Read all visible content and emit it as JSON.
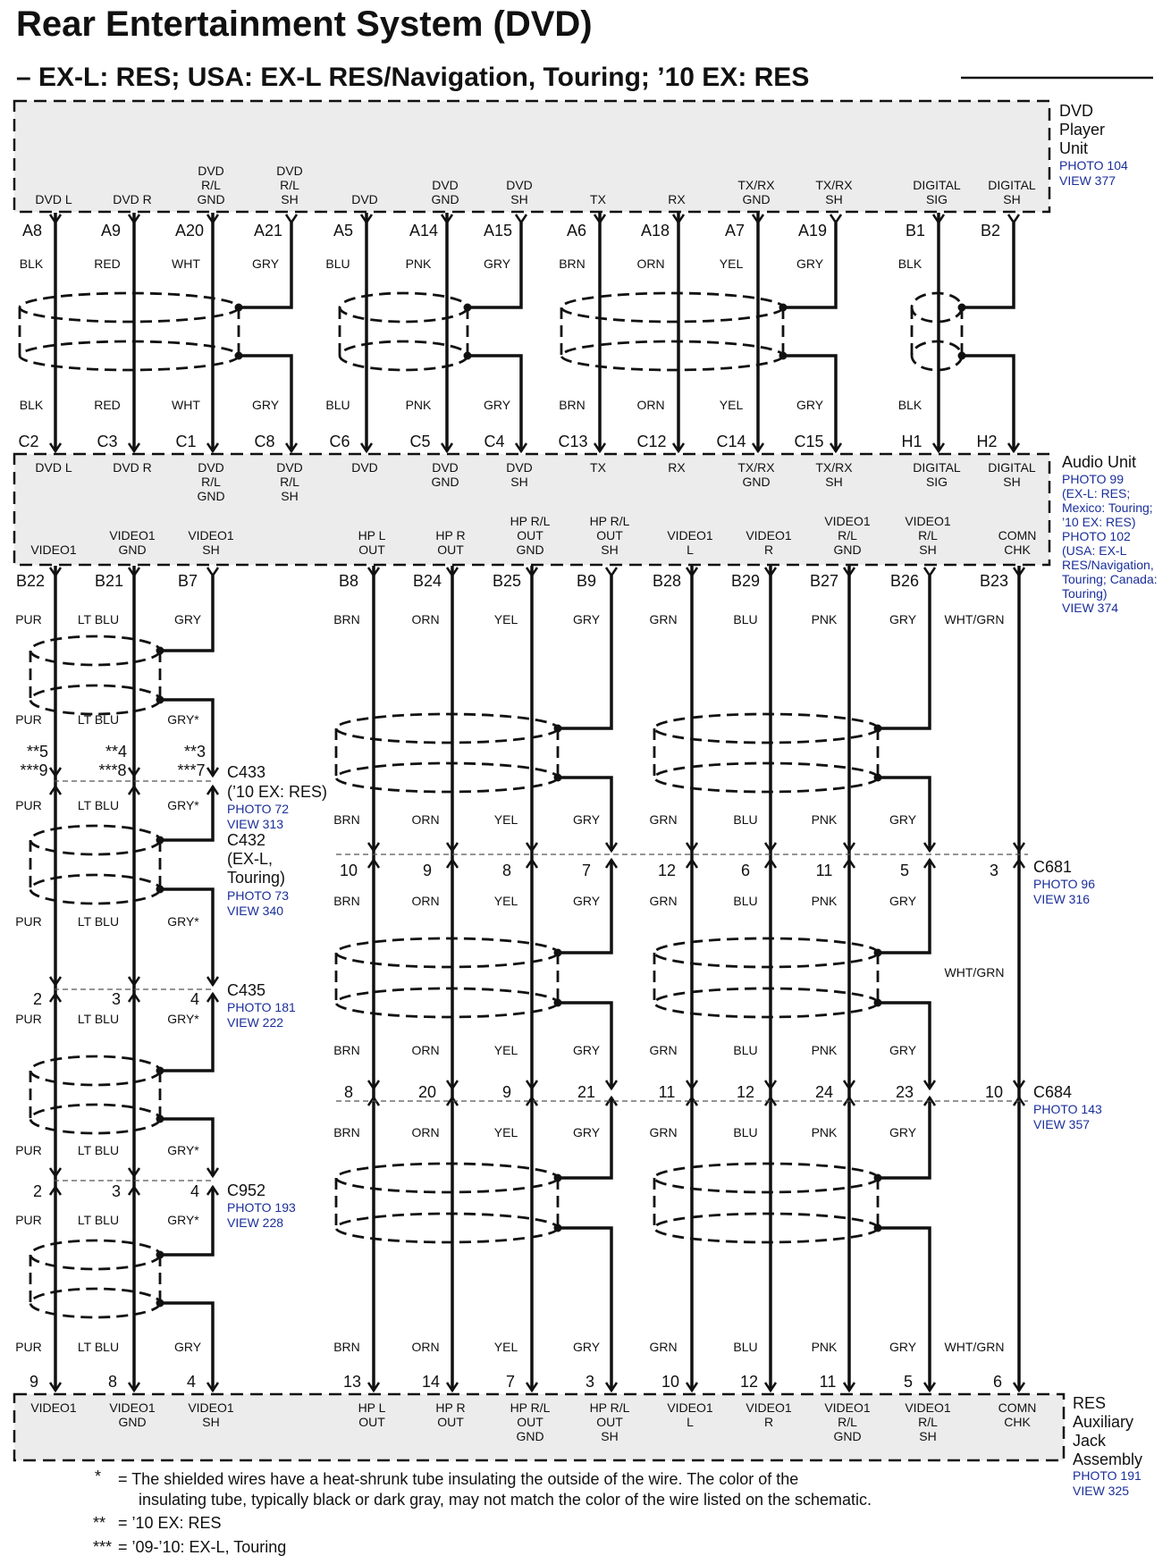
{
  "title": "Rear Entertainment System (DVD)",
  "subtitle": "– EX-L: RES; USA: EX-L RES/Navigation, Touring; ’10 EX: RES",
  "dvd_unit": {
    "name": [
      "DVD",
      "Player",
      "Unit"
    ],
    "refs": [
      "PHOTO 104",
      "VIEW 377"
    ],
    "pins": [
      {
        "label": [
          "DVD L"
        ],
        "pin": "A8"
      },
      {
        "label": [
          "DVD R"
        ],
        "pin": "A9"
      },
      {
        "label": [
          "DVD",
          "R/L",
          "GND"
        ],
        "pin": "A20"
      },
      {
        "label": [
          "DVD",
          "R/L",
          "SH"
        ],
        "pin": "A21"
      },
      {
        "label": [
          "DVD"
        ],
        "pin": "A5"
      },
      {
        "label": [
          "DVD",
          "GND"
        ],
        "pin": "A14"
      },
      {
        "label": [
          "DVD",
          "SH"
        ],
        "pin": "A15"
      },
      {
        "label": [
          "TX"
        ],
        "pin": "A6"
      },
      {
        "label": [
          "RX"
        ],
        "pin": "A18"
      },
      {
        "label": [
          "TX/RX",
          "GND"
        ],
        "pin": "A7"
      },
      {
        "label": [
          "TX/RX",
          "SH"
        ],
        "pin": "A19"
      },
      {
        "label": [
          "DIGITAL",
          "SIG"
        ],
        "pin": "B1"
      },
      {
        "label": [
          "DIGITAL",
          "SH"
        ],
        "pin": "B2"
      }
    ]
  },
  "top_colors": [
    "BLK",
    "RED",
    "WHT",
    "GRY",
    "BLU",
    "PNK",
    "GRY",
    "BRN",
    "ORN",
    "YEL",
    "GRY",
    "BLK"
  ],
  "audio_unit": {
    "name": [
      "Audio Unit"
    ],
    "refs": [
      "PHOTO 99",
      "(EX-L: RES;",
      "Mexico: Touring;",
      "’10 EX: RES)",
      "PHOTO 102",
      "(USA: EX-L",
      "RES/Navigation,",
      "Touring; Canada:",
      "Touring)",
      "VIEW 374"
    ],
    "upper_pins": [
      {
        "label": [
          "DVD L"
        ],
        "pin": "C2"
      },
      {
        "label": [
          "DVD R"
        ],
        "pin": "C3"
      },
      {
        "label": [
          "DVD",
          "R/L",
          "GND"
        ],
        "pin": "C1"
      },
      {
        "label": [
          "DVD",
          "R/L",
          "SH"
        ],
        "pin": "C8"
      },
      {
        "label": [
          "DVD"
        ],
        "pin": "C6"
      },
      {
        "label": [
          "DVD",
          "GND"
        ],
        "pin": "C5"
      },
      {
        "label": [
          "DVD",
          "SH"
        ],
        "pin": "C4"
      },
      {
        "label": [
          "TX"
        ],
        "pin": "C13"
      },
      {
        "label": [
          "RX"
        ],
        "pin": "C12"
      },
      {
        "label": [
          "TX/RX",
          "GND"
        ],
        "pin": "C14"
      },
      {
        "label": [
          "TX/RX",
          "SH"
        ],
        "pin": "C15"
      },
      {
        "label": [
          "DIGITAL",
          "SIG"
        ],
        "pin": "H1"
      },
      {
        "label": [
          "DIGITAL",
          "SH"
        ],
        "pin": "H2"
      }
    ],
    "lower_pins": [
      {
        "label": [
          "VIDEO1"
        ],
        "pin": "B22"
      },
      {
        "label": [
          "VIDEO1",
          "GND"
        ],
        "pin": "B21"
      },
      {
        "label": [
          "VIDEO1",
          "SH"
        ],
        "pin": "B7"
      },
      {
        "label": [
          "HP L",
          "OUT"
        ],
        "pin": "B8"
      },
      {
        "label": [
          "HP R",
          "OUT"
        ],
        "pin": "B24"
      },
      {
        "label": [
          "HP R/L",
          "OUT",
          "GND"
        ],
        "pin": "B25"
      },
      {
        "label": [
          "HP R/L",
          "OUT",
          "SH"
        ],
        "pin": "B9"
      },
      {
        "label": [
          "VIDEO1",
          "L"
        ],
        "pin": "B28"
      },
      {
        "label": [
          "VIDEO1",
          "R"
        ],
        "pin": "B29"
      },
      {
        "label": [
          "VIDEO1",
          "R/L",
          "GND"
        ],
        "pin": "B27"
      },
      {
        "label": [
          "VIDEO1",
          "R/L",
          "SH"
        ],
        "pin": "B26"
      },
      {
        "label": [
          "COMN",
          "CHK"
        ],
        "pin": "B23"
      }
    ]
  },
  "lower_colors": [
    "PUR",
    "LT BLU",
    "GRY",
    "BRN",
    "ORN",
    "YEL",
    "GRY",
    "GRN",
    "BLU",
    "PNK",
    "GRY",
    "WHT/GRN"
  ],
  "connectors": {
    "c433": {
      "name": "C433",
      "sub": "(’10 EX: RES)",
      "refs": [
        "PHOTO 72",
        "VIEW 313"
      ],
      "pins_a": [
        "**5",
        "**4",
        "**3"
      ],
      "pins_b": [
        "***9",
        "***8",
        "***7"
      ]
    },
    "c432": {
      "name": "C432",
      "sub": [
        "(EX-L,",
        "Touring)"
      ],
      "refs": [
        "PHOTO 73",
        "VIEW 340"
      ]
    },
    "c435": {
      "name": "C435",
      "refs": [
        "PHOTO 181",
        "VIEW 222"
      ],
      "pins": [
        "2",
        "3",
        "4"
      ]
    },
    "c952": {
      "name": "C952",
      "refs": [
        "PHOTO 193",
        "VIEW 228"
      ],
      "pins": [
        "2",
        "3",
        "4"
      ]
    },
    "c681": {
      "name": "C681",
      "refs": [
        "PHOTO 96",
        "VIEW 316"
      ],
      "pins": [
        "10",
        "9",
        "8",
        "7",
        "12",
        "6",
        "11",
        "5",
        "3"
      ]
    },
    "c684": {
      "name": "C684",
      "refs": [
        "PHOTO 143",
        "VIEW 357"
      ],
      "pins": [
        "8",
        "20",
        "9",
        "21",
        "11",
        "12",
        "24",
        "23",
        "10"
      ]
    }
  },
  "res_unit": {
    "name": [
      "RES",
      "Auxiliary",
      "Jack",
      "Assembly"
    ],
    "refs": [
      "PHOTO 191",
      "VIEW 325"
    ],
    "pins": [
      {
        "label": [
          "VIDEO1"
        ],
        "pin": "9"
      },
      {
        "label": [
          "VIDEO1",
          "GND"
        ],
        "pin": "8"
      },
      {
        "label": [
          "VIDEO1",
          "SH"
        ],
        "pin": "4"
      },
      {
        "label": [
          "HP L",
          "OUT"
        ],
        "pin": "13"
      },
      {
        "label": [
          "HP R",
          "OUT"
        ],
        "pin": "14"
      },
      {
        "label": [
          "HP R/L",
          "OUT",
          "GND"
        ],
        "pin": "7"
      },
      {
        "label": [
          "HP R/L",
          "OUT",
          "SH"
        ],
        "pin": "3"
      },
      {
        "label": [
          "VIDEO1",
          "L"
        ],
        "pin": "10"
      },
      {
        "label": [
          "VIDEO1",
          "R"
        ],
        "pin": "12"
      },
      {
        "label": [
          "VIDEO1",
          "R/L",
          "GND"
        ],
        "pin": "11"
      },
      {
        "label": [
          "VIDEO1",
          "R/L",
          "SH"
        ],
        "pin": "5"
      },
      {
        "label": [
          "COMN",
          "CHK"
        ],
        "pin": "6"
      }
    ]
  },
  "gry_star": "GRY*",
  "notes": [
    {
      "key": "*",
      "text": "=  The shielded wires have a heat-shrunk tube insulating the outside of the wire.  The color of the"
    },
    {
      "key": "",
      "text": "insulating tube, typically black or dark gray, may not match the color of the wire listed on the schematic."
    },
    {
      "key": "**",
      "text": "=  ’10 EX: RES"
    },
    {
      "key": "***",
      "text": "=  ’09-’10: EX-L, Touring"
    }
  ]
}
